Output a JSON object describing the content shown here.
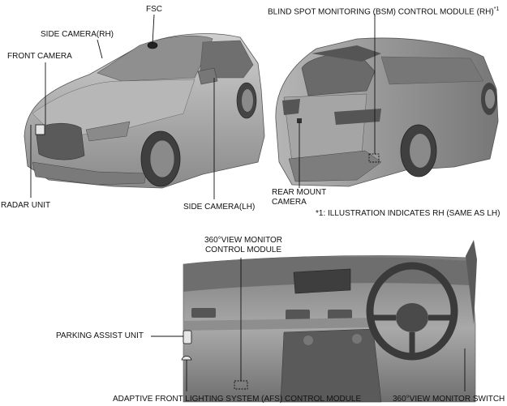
{
  "labels": {
    "fsc": "FSC",
    "bsm": "BLIND SPOT MONITORING (BSM) CONTROL MODULE (RH)",
    "bsm_note_mark": "*1",
    "side_camera_rh": "SIDE CAMERA(RH)",
    "front_camera": "FRONT CAMERA",
    "radar_unit": "RADAR UNIT",
    "side_camera_lh": "SIDE CAMERA(LH)",
    "rear_mount_camera_line1": "REAR MOUNT",
    "rear_mount_camera_line2": "CAMERA",
    "footnote": "*1: ILLUSTRATION INDICATES RH (SAME AS LH)",
    "monitor_module_line1": "360°VIEW MONITOR",
    "monitor_module_line2": "CONTROL MODULE",
    "parking_assist_unit": "PARKING ASSIST UNIT",
    "afs_module": "ADAPTIVE FRONT LIGHTING SYSTEM (AFS) CONTROL MODULE",
    "monitor_switch": "360°VIEW MONITOR SWITCH"
  },
  "colors": {
    "body_light": "#c9c9c9",
    "body_mid": "#9e9e9e",
    "body_dark": "#5e5e5e",
    "glass": "#7a7a7a",
    "ink": "#111111"
  }
}
